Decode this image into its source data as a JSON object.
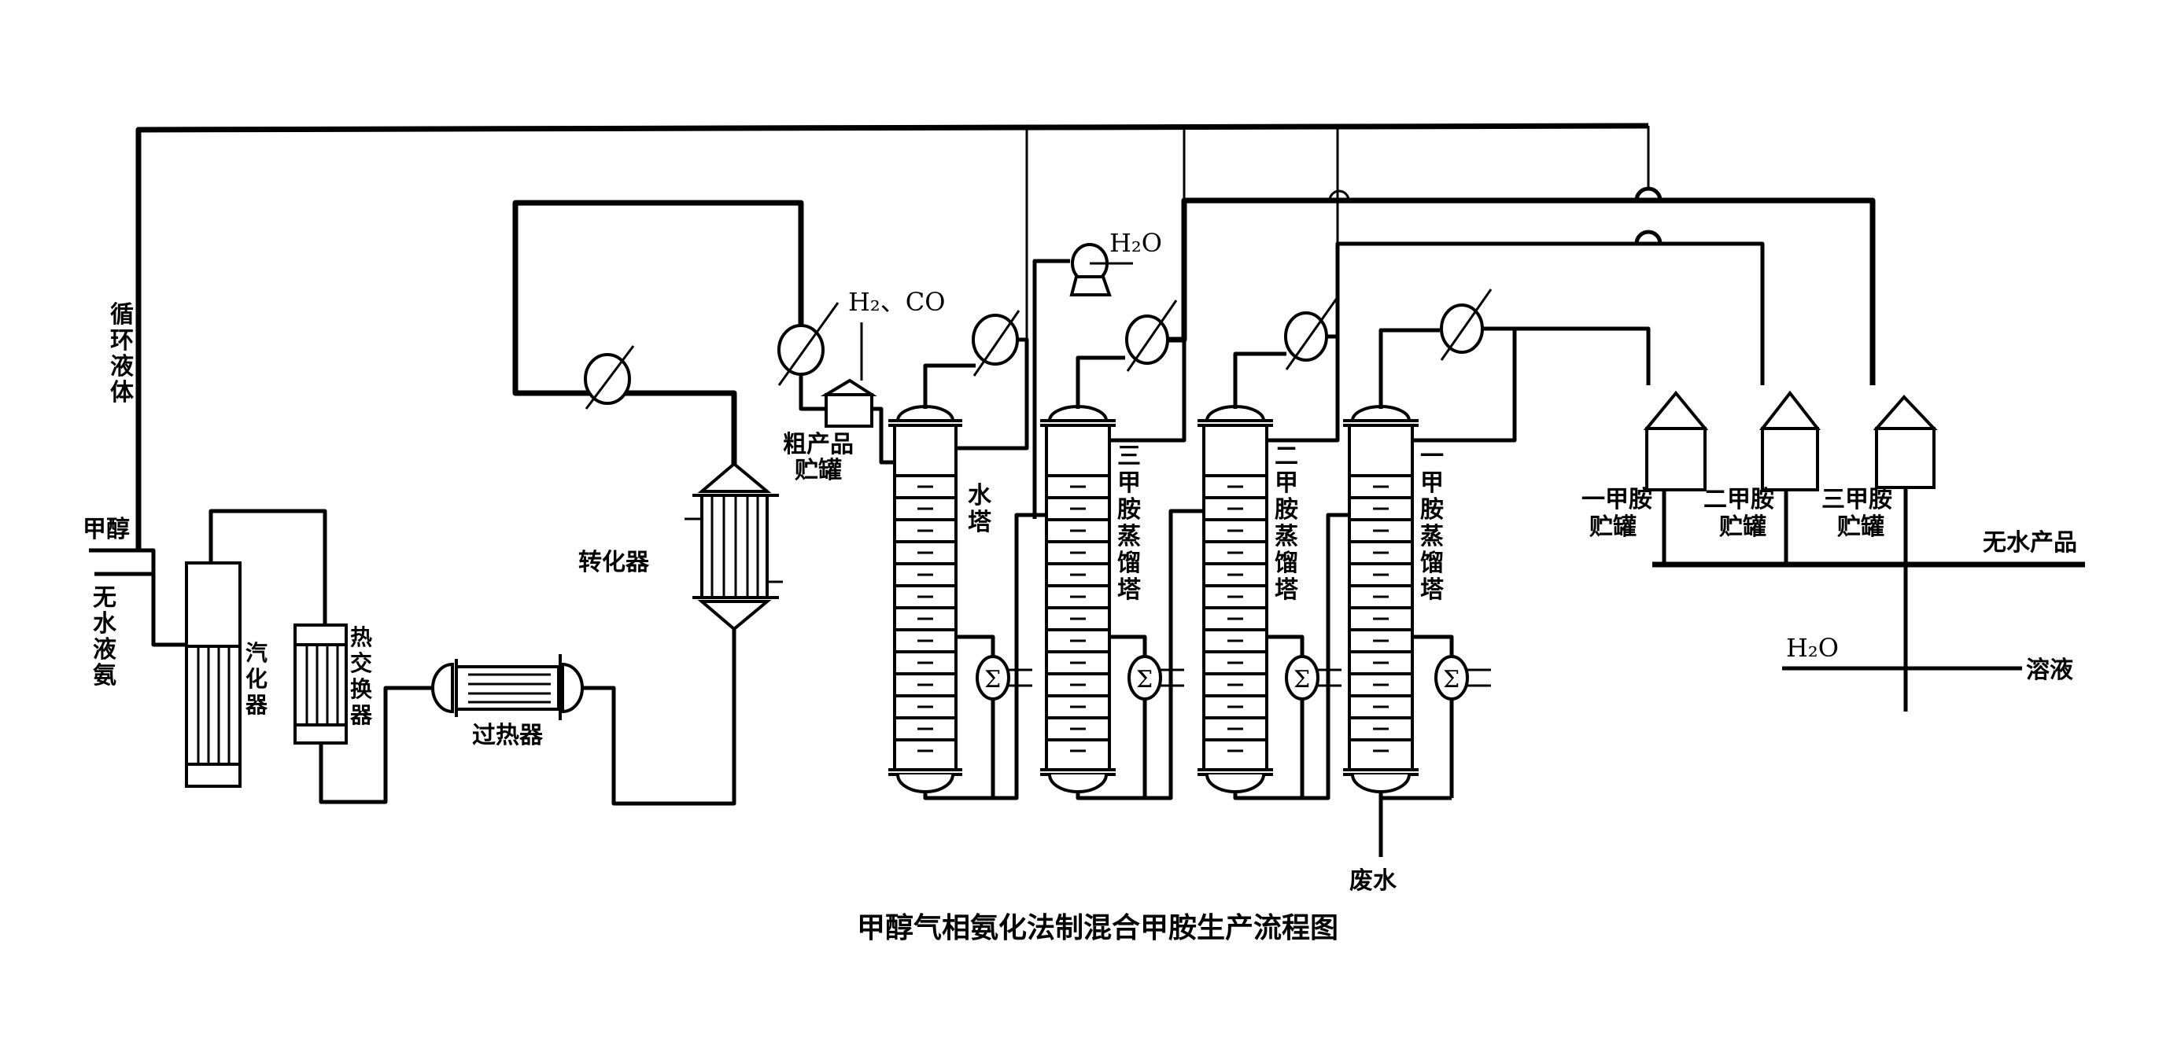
{
  "diagram": {
    "title": "甲醇气相氨化法制混合甲胺生产流程图",
    "inputs": {
      "recycle_liquid": [
        "循",
        "环",
        "液",
        "体"
      ],
      "methanol": "甲醇",
      "anhydrous_ammonia": [
        "无",
        "水",
        "液",
        "氨"
      ]
    },
    "equipment": {
      "vaporizer": [
        "汽",
        "化",
        "器"
      ],
      "heat_exchanger": [
        "热",
        "交",
        "换",
        "器"
      ],
      "superheater": "过热器",
      "converter": "转化器",
      "crude_tank": [
        "粗产品",
        "贮罐"
      ],
      "water_tower": [
        "水",
        "塔"
      ],
      "tma_column": [
        "三",
        "甲",
        "胺",
        "蒸",
        "馏",
        "塔"
      ],
      "dma_column": [
        "二",
        "甲",
        "胺",
        "蒸",
        "馏",
        "塔"
      ],
      "mma_column": [
        "一",
        "甲",
        "胺",
        "蒸",
        "馏",
        "塔"
      ],
      "mma_tank": [
        "一甲胺",
        "贮罐"
      ],
      "dma_tank": [
        "二甲胺",
        "贮罐"
      ],
      "tma_tank": [
        "三甲胺",
        "贮罐"
      ]
    },
    "streams": {
      "offgas": "H₂、CO",
      "water_in_pump": "H₂O",
      "water_in_product": "H₂O",
      "waste_water": "废水",
      "anhydrous_product": "无水产品",
      "solution": "溶液"
    },
    "colors": {
      "line": "#000000",
      "background": "#ffffff"
    }
  }
}
